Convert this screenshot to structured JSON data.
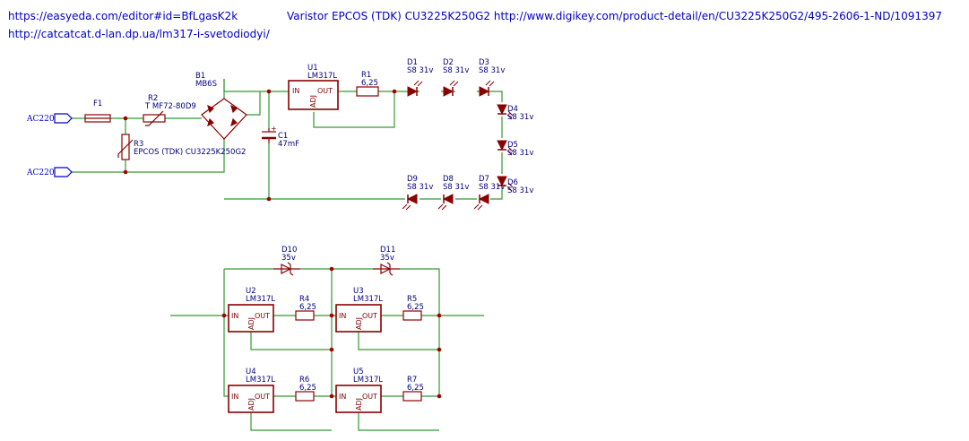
{
  "header": {
    "link_easyeda": "https://easyeda.com/editor#id=BfLgasK2k",
    "link_varistor": "Varistor EPCOS (TDK) CU3225K250G2 http://www.digikey.com/product-detail/en/CU3225K250G2/495-2606-1-ND/1091397",
    "link_source": "http://catcatcat.d-lan.dp.ua/lm317-i-svetodiodyi/"
  },
  "nets": {
    "ac1": "AC220",
    "ac2": "AC220"
  },
  "parts": {
    "f1": {
      "ref": "F1"
    },
    "r2": {
      "ref": "R2",
      "value": "T MF72-80D9"
    },
    "r3": {
      "ref": "R3",
      "value": "EPCOS (TDK) CU3225K250G2"
    },
    "b1": {
      "ref": "B1",
      "value": "MB6S"
    },
    "c1": {
      "ref": "C1",
      "value": "47mF",
      "plus": "+"
    },
    "u1": {
      "ref": "U1",
      "value": "LM317L"
    },
    "r1": {
      "ref": "R1",
      "value": "6,25"
    },
    "u2": {
      "ref": "U2",
      "value": "LM317L"
    },
    "u3": {
      "ref": "U3",
      "value": "LM317L"
    },
    "u4": {
      "ref": "U4",
      "value": "LM317L"
    },
    "u5": {
      "ref": "U5",
      "value": "LM317L"
    },
    "r4": {
      "ref": "R4",
      "value": "6,25"
    },
    "r5": {
      "ref": "R5",
      "value": "6,25"
    },
    "r6": {
      "ref": "R6",
      "value": "6,25"
    },
    "r7": {
      "ref": "R7",
      "value": "6,25"
    },
    "d10": {
      "ref": "D10",
      "value": "35v"
    },
    "d11": {
      "ref": "D11",
      "value": "35v"
    }
  },
  "leds": [
    {
      "ref": "D1",
      "value": "S8 31v"
    },
    {
      "ref": "D2",
      "value": "S8 31v"
    },
    {
      "ref": "D3",
      "value": "S8 31v"
    },
    {
      "ref": "D4",
      "value": "S8 31v"
    },
    {
      "ref": "D5",
      "value": "S8 31v"
    },
    {
      "ref": "D6",
      "value": "S8 31v"
    },
    {
      "ref": "D7",
      "value": "S8 31v"
    },
    {
      "ref": "D8",
      "value": "S8 31v"
    },
    {
      "ref": "D9",
      "value": "S8 31v"
    }
  ],
  "reg_pins": {
    "in": "IN",
    "out": "OUT",
    "adj": "ADJ"
  },
  "colors": {
    "wire": "#339933",
    "part": "#8b0000",
    "label": "#000080",
    "link": "#0000cc",
    "junction": "#a00000"
  }
}
